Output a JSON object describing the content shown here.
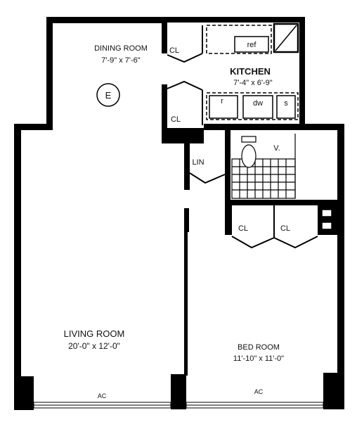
{
  "rooms": {
    "dining": {
      "name": "DINING ROOM",
      "dims": "7'-9\" x 7'-6\""
    },
    "kitchen": {
      "name": "KITCHEN",
      "dims": "7'-4\" x 6'-9\""
    },
    "living": {
      "name": "LIVING ROOM",
      "dims": "20'-0\" x 12'-0\""
    },
    "bedroom": {
      "name": "BED ROOM",
      "dims": "11'-10\" x 11'-0\""
    }
  },
  "closets": {
    "label": "CL",
    "linen": "LIN"
  },
  "fixtures": {
    "refrigerator": "ref",
    "range": "r",
    "dishwasher": "dw",
    "sink": "s",
    "vanity": "V."
  },
  "unit_marker": "E",
  "ac_label": "AC"
}
